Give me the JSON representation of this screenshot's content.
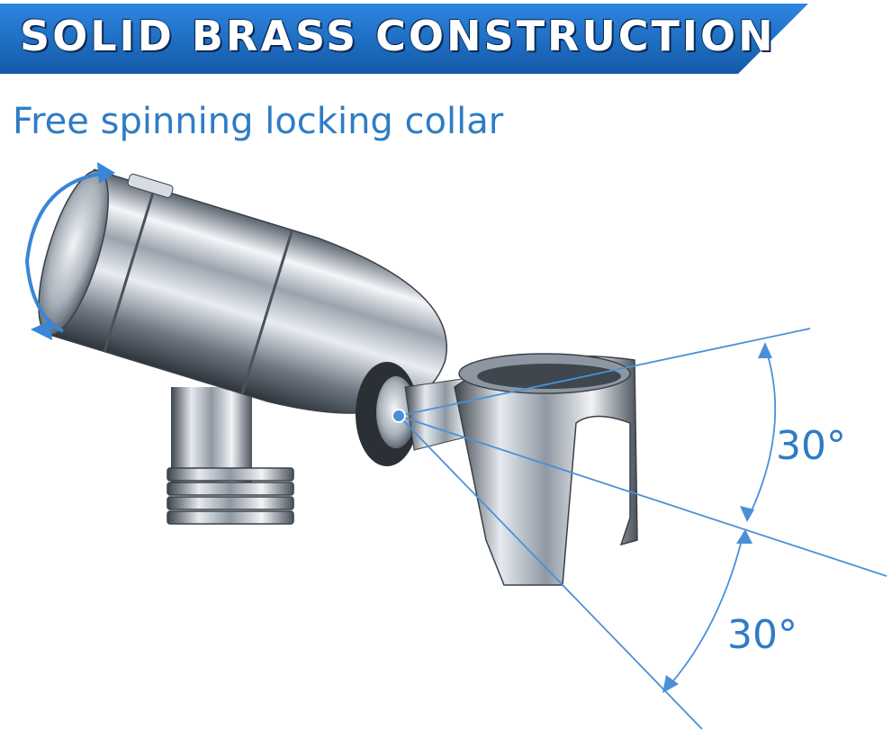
{
  "banner": {
    "title": "SOLID BRASS CONSTRUCTION",
    "color": "#1a6ec7"
  },
  "subtitle": "Free spinning locking collar",
  "angles": {
    "upper": "30°",
    "lower": "30°"
  },
  "colors": {
    "accent": "#2e7cc6",
    "guide_line": "#4a90d9",
    "chrome": "#c9ced6"
  },
  "icons": [
    "rotate-arrow-icon"
  ]
}
